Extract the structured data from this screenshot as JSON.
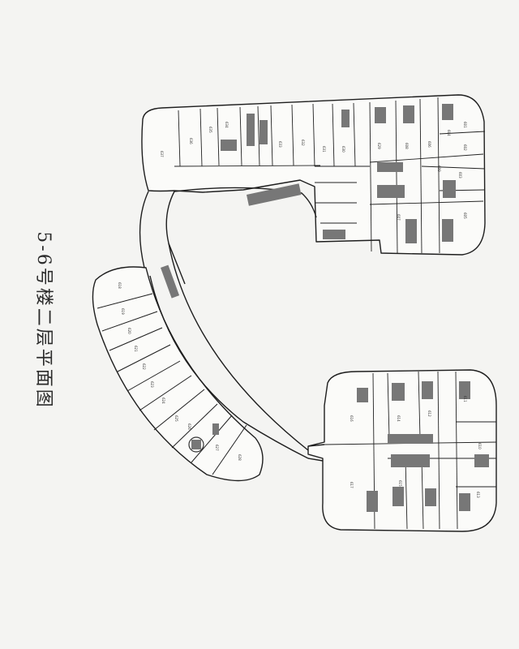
{
  "plan": {
    "title": "5-6号楼二层平面图",
    "colors": {
      "line": "#1e1e1e",
      "fill": "#fbfbf9",
      "paper": "#f4f4f2"
    },
    "room_labels": {
      "north_block": [
        "637",
        "636",
        "635",
        "634",
        "633",
        "632",
        "631",
        "630",
        "629",
        "608",
        "606",
        "604",
        "601",
        "602",
        "603",
        "605",
        "607",
        "609"
      ],
      "arc_block": [
        "618",
        "619",
        "620",
        "621",
        "622",
        "623",
        "624",
        "625",
        "626",
        "627",
        "628"
      ],
      "south_block": [
        "616",
        "614",
        "612",
        "611",
        "610",
        "613",
        "615",
        "617"
      ]
    }
  }
}
